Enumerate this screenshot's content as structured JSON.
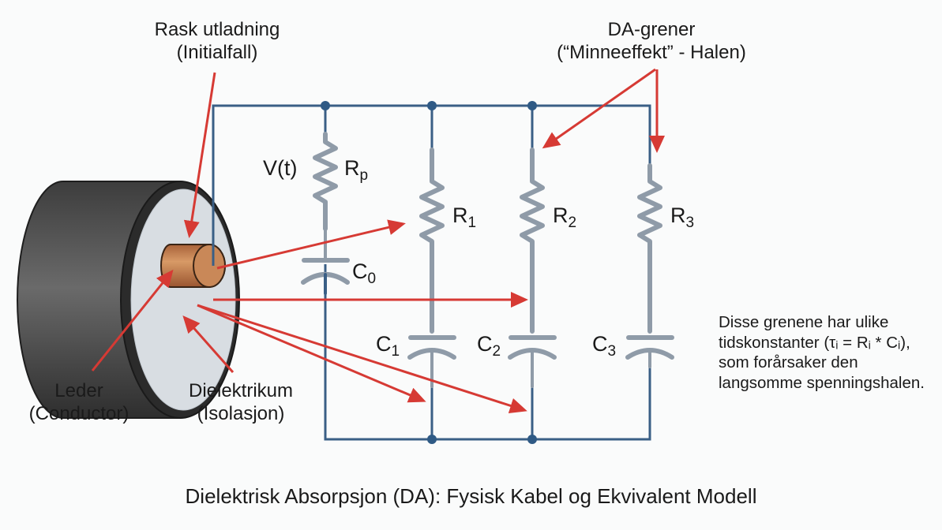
{
  "title": "Dielektrisk Absorpsjon (DA): Fysisk Kabel og Ekvivalent Modell",
  "annotations": {
    "fast_discharge": {
      "line1": "Rask utladning",
      "line2": "(Initialfall)"
    },
    "da_branches": {
      "line1": "DA-grener",
      "line2": "(“Minneeffekt” - Halen)"
    },
    "conductor": {
      "line1": "Leder",
      "line2": "(Conductor)"
    },
    "dielectric": {
      "line1": "Dielektrikum",
      "line2": "(Isolasjon)"
    },
    "note": "Disse grenene har ulike tidskonstanter (τᵢ = Rᵢ * Cᵢ), som forårsaker den langsomme spenningshalen."
  },
  "components": {
    "voltage": "V(t)",
    "rp": {
      "base": "R",
      "sub": "p"
    },
    "c0": {
      "base": "C",
      "sub": "0"
    },
    "r1": {
      "base": "R",
      "sub": "1"
    },
    "r2": {
      "base": "R",
      "sub": "2"
    },
    "r3": {
      "base": "R",
      "sub": "3"
    },
    "c1": {
      "base": "C",
      "sub": "1"
    },
    "c2": {
      "base": "C",
      "sub": "2"
    },
    "c3": {
      "base": "C",
      "sub": "3"
    }
  },
  "colors": {
    "wire": "#3a5f86",
    "component": "#8f9ba8",
    "arrow": "#d63a34",
    "cable_jacket": "#4a4a4a",
    "dielectric": "#d8dde2",
    "copper": "#c07a45"
  }
}
